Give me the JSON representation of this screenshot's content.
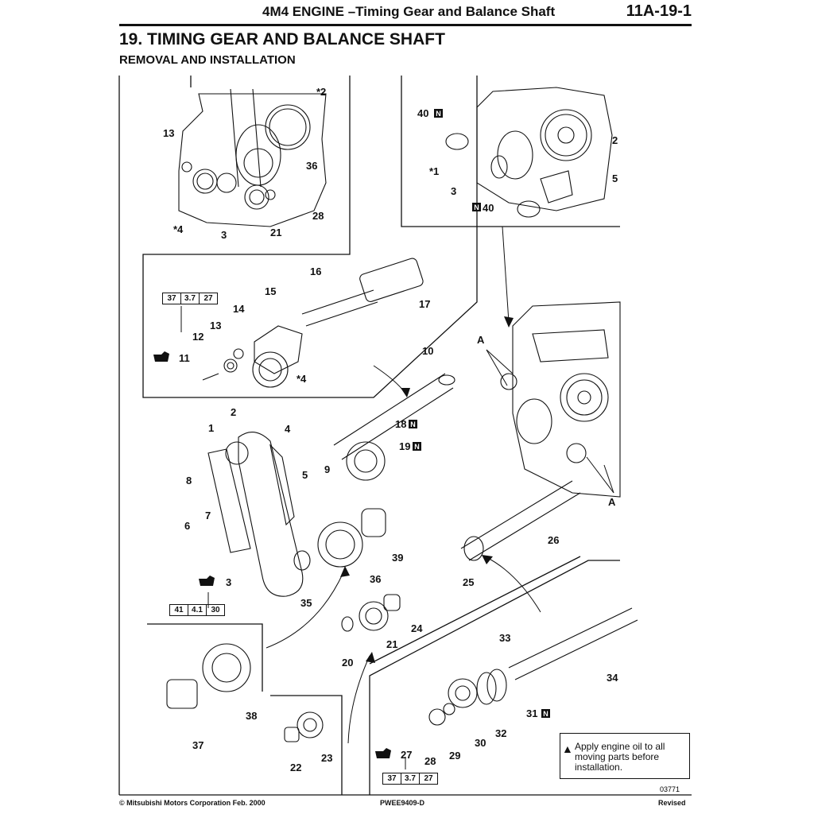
{
  "header": {
    "title": "4M4 ENGINE –Timing Gear and Balance Shaft",
    "page": "11A-19-1"
  },
  "section_title": "19. TIMING GEAR AND BALANCE SHAFT",
  "subtitle": "REMOVAL AND INSTALLATION",
  "labels": {
    "l2s": "*2",
    "l13a": "13",
    "l36a": "36",
    "l4sa": "*4",
    "l3a": "3",
    "l21a": "21",
    "l28a": "28",
    "l40a": "40",
    "l2": "2",
    "l1s": "*1",
    "l5a": "5",
    "l3b": "3",
    "l40b": "40",
    "l16": "16",
    "l17": "17",
    "l15": "15",
    "l14": "14",
    "l13b": "13",
    "l12": "12",
    "l11": "11",
    "l4sb": "*4",
    "l10": "10",
    "lA1": "A",
    "l18": "18",
    "l19": "19",
    "l9": "9",
    "l1": "1",
    "l2b": "2",
    "l4": "4",
    "l8": "8",
    "l5b": "5",
    "l7": "7",
    "l6": "6",
    "l3c": "3",
    "l39": "39",
    "l36b": "36",
    "l35": "35",
    "lA2": "A",
    "l26": "26",
    "l25": "25",
    "l24": "24",
    "l21b": "21",
    "l20": "20",
    "l33": "33",
    "l34": "34",
    "l37": "37",
    "l38": "38",
    "l22": "22",
    "l23": "23",
    "l31": "31",
    "l32": "32",
    "l30": "30",
    "l29": "29",
    "l28b": "28",
    "l27": "27",
    "fig": "03771"
  },
  "specs": {
    "s1": [
      "37",
      "3.7",
      "27"
    ],
    "s2": [
      "41",
      "4.1",
      "30"
    ],
    "s3": [
      "37",
      "3.7",
      "27"
    ]
  },
  "note": {
    "text": "Apply engine oil to all moving parts before installation."
  },
  "footer": {
    "copyright": "© Mitsubishi Motors Corporation   Feb. 2000",
    "code": "PWEE9409-D",
    "status": "Revised"
  },
  "icons": {
    "new_part": "N-box-icon",
    "oil_can": "oil-can-icon"
  }
}
